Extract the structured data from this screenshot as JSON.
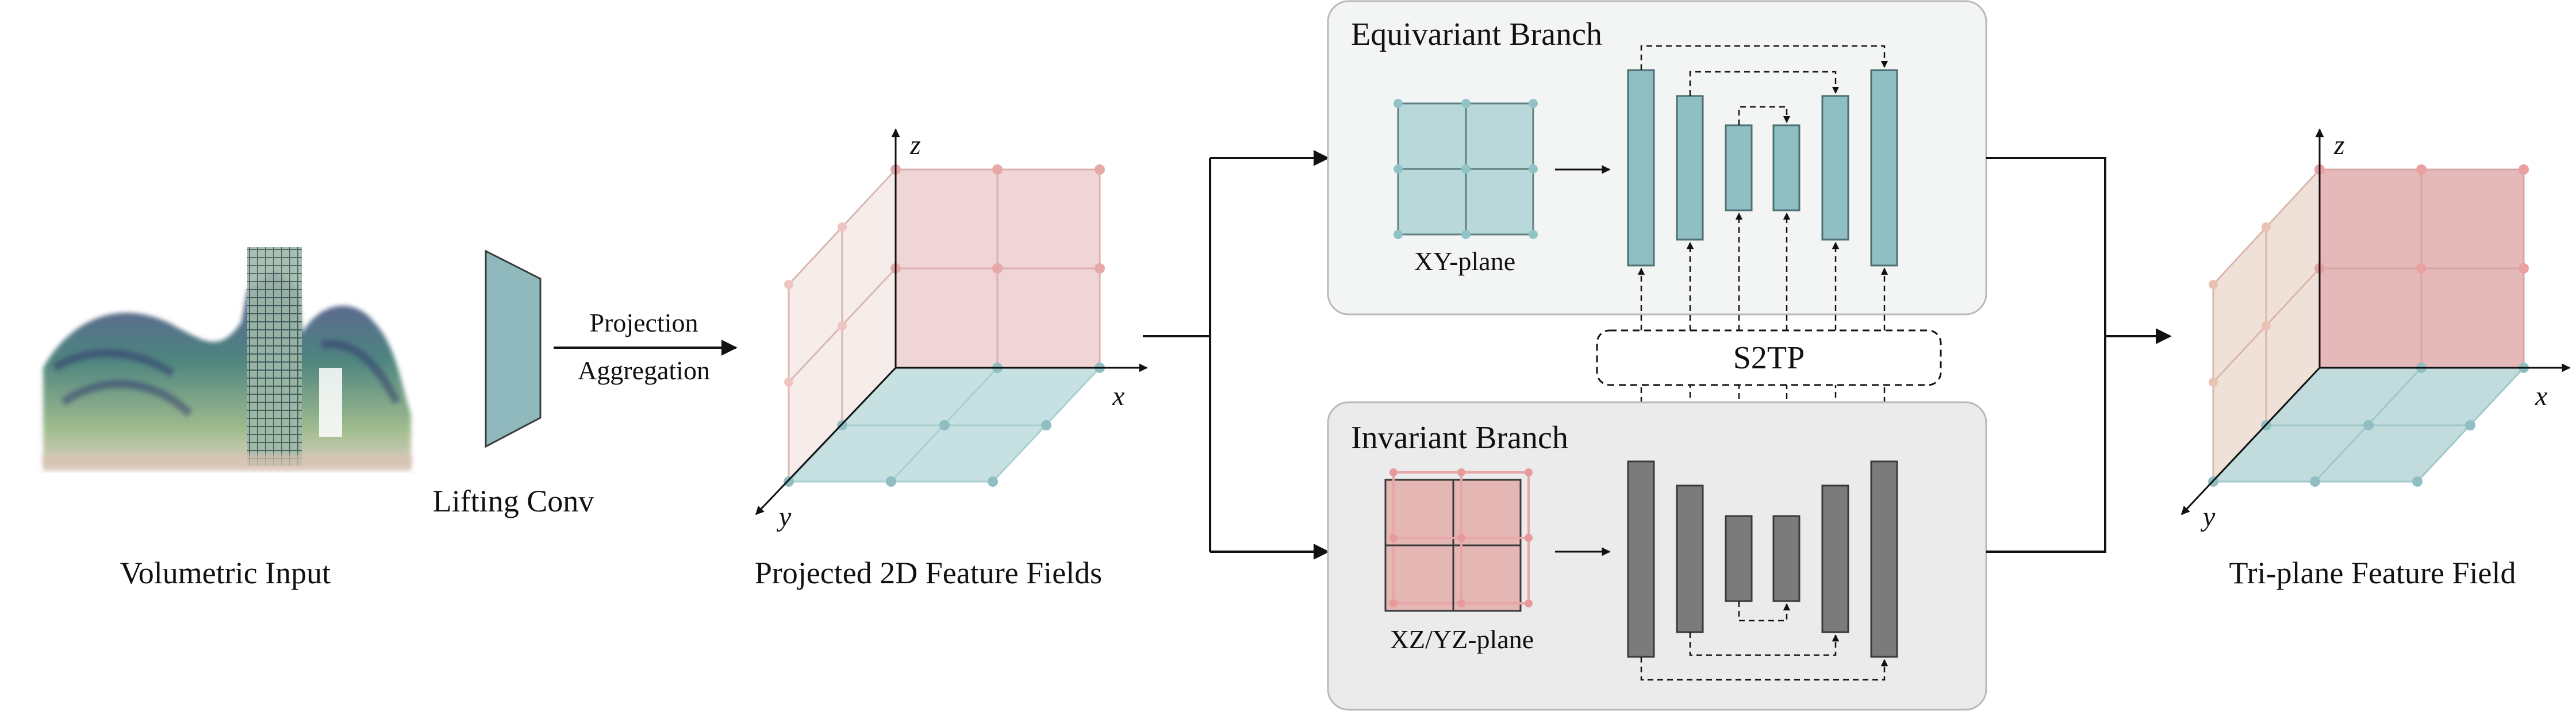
{
  "labels": {
    "volumetric_input": "Volumetric Input",
    "lifting_conv": "Lifting Conv",
    "projection": "Projection",
    "aggregation": "Aggregation",
    "projected_fields": "Projected 2D Feature Fields",
    "tri_plane": "Tri-plane Feature Field",
    "equivariant_branch": "Equivariant Branch",
    "invariant_branch": "Invariant Branch",
    "xy_plane": "XY-plane",
    "xz_yz_plane": "XZ/YZ-plane",
    "s2tp": "S2TP"
  },
  "axes": {
    "x": "x",
    "y": "y",
    "z": "z"
  },
  "colors": {
    "teal": "#8fc1c4",
    "teal_plane": "#c2dedf",
    "pink_plane": "#eed6d6",
    "pink_fill": "#e4b5b5",
    "gray_box": "#eceded",
    "light_box": "#f3f5f4",
    "dark_bar": "#7b7b7b"
  }
}
